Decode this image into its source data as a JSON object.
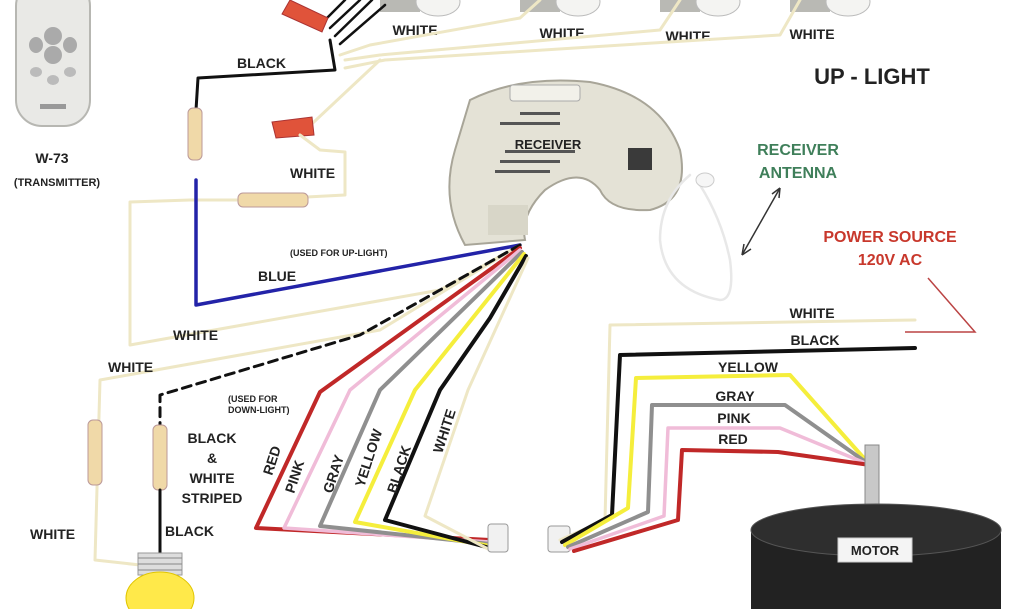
{
  "remote": {
    "model": "W-73",
    "type": "(TRANSMITTER)"
  },
  "uplight": {
    "title": "UP - LIGHT",
    "bulb_labels": [
      "WHITE",
      "WHITE",
      "WHITE",
      "WHITE"
    ]
  },
  "receiver": {
    "label": "RECEIVER"
  },
  "antenna": {
    "line1": "RECEIVER",
    "line2": "ANTENNA"
  },
  "power": {
    "line1": "POWER SOURCE",
    "line2": "120V AC"
  },
  "left_wires": {
    "black_top": "BLACK",
    "white_mid": "WHITE",
    "uplight_note": "(USED FOR UP-LIGHT)",
    "blue": "BLUE",
    "white_long": "WHITE",
    "white_left": "WHITE",
    "downlight_note_1": "(USED FOR",
    "downlight_note_2": "DOWN-LIGHT)",
    "black_striped_1": "BLACK",
    "black_striped_2": "&",
    "black_striped_3": "WHITE",
    "black_striped_4": "STRIPED",
    "black_bottom": "BLACK",
    "white_bottom_left": "WHITE"
  },
  "bundle_labels": [
    "RED",
    "PINK",
    "GRAY",
    "YELLOW",
    "BLACK",
    "WHITE"
  ],
  "right_wires": [
    "WHITE",
    "BLACK",
    "YELLOW",
    "GRAY",
    "PINK",
    "RED"
  ],
  "motor": {
    "label": "MOTOR"
  }
}
